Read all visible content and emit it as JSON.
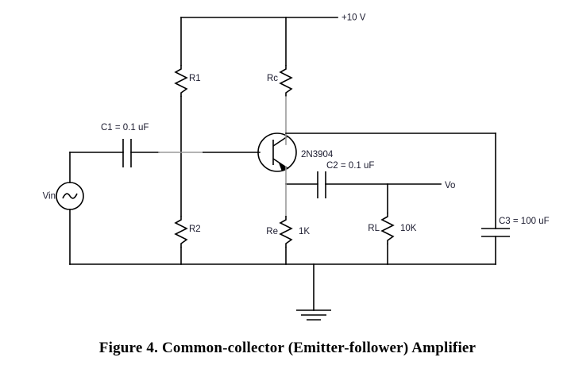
{
  "figure": {
    "caption": "Figure 4.  Common-collector (Emitter-follower) Amplifier",
    "type": "circuit-schematic",
    "background_color": "#ffffff",
    "wire_color": "#000000",
    "label_color": "#1a1a2e"
  },
  "labels": {
    "supply": "+10 V",
    "input_source": "Vin",
    "output_node": "Vo",
    "transistor": "2N3904",
    "r1": "R1",
    "r2": "R2",
    "rc": "Rc",
    "re": "Re",
    "re_value": "1K",
    "rl": "RL",
    "rl_value": "10K",
    "c1": "C1 = 0.1 uF",
    "c2": "C2 = 0.1 uF",
    "c3": "C3 = 100 uF"
  },
  "components": [
    {
      "id": "r1",
      "kind": "resistor",
      "ref": "R1",
      "value": "",
      "orientation": "vertical"
    },
    {
      "id": "r2",
      "kind": "resistor",
      "ref": "R2",
      "value": "",
      "orientation": "vertical"
    },
    {
      "id": "rc",
      "kind": "resistor",
      "ref": "Rc",
      "value": "",
      "orientation": "vertical"
    },
    {
      "id": "re",
      "kind": "resistor",
      "ref": "Re",
      "value": "1K",
      "orientation": "vertical"
    },
    {
      "id": "rl",
      "kind": "resistor",
      "ref": "RL",
      "value": "10K",
      "orientation": "vertical"
    },
    {
      "id": "c1",
      "kind": "capacitor",
      "ref": "C1",
      "value": "0.1 uF",
      "orientation": "horizontal"
    },
    {
      "id": "c2",
      "kind": "capacitor",
      "ref": "C2",
      "value": "0.1 uF",
      "orientation": "horizontal"
    },
    {
      "id": "c3",
      "kind": "capacitor",
      "ref": "C3",
      "value": "100 uF",
      "orientation": "vertical"
    },
    {
      "id": "q1",
      "kind": "npn-transistor",
      "ref": "2N3904",
      "value": "",
      "orientation": "vertical"
    },
    {
      "id": "vin",
      "kind": "ac-source",
      "ref": "Vin",
      "value": "",
      "orientation": "vertical"
    },
    {
      "id": "gnd",
      "kind": "ground",
      "ref": "",
      "value": "",
      "orientation": "vertical"
    }
  ]
}
